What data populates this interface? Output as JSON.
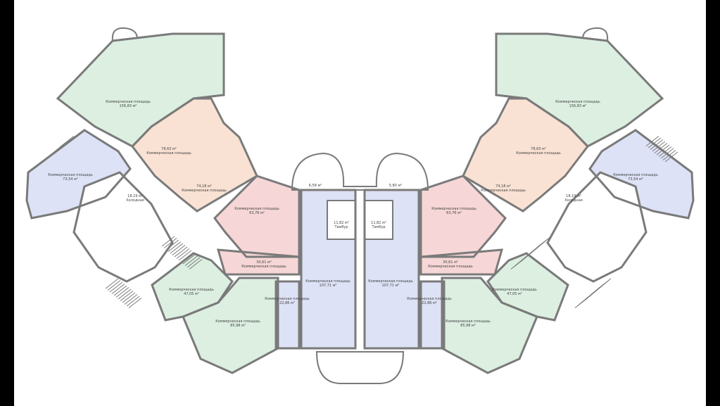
{
  "colors": {
    "green": "#dcefe1",
    "peach": "#f9e2d3",
    "pink": "#f6d6d6",
    "blue": "#dde2f6",
    "wall": "#7a7a7a",
    "background": "#ffffff"
  },
  "rooms": {
    "l_top": {
      "name": "Коммерческая площадь",
      "area": "156,83 м²"
    },
    "l_peach1": {
      "name": "Коммерческая площадь",
      "area": "78,63 м²"
    },
    "l_peach2": {
      "name": "Коммерческая площадь",
      "area": "74,18 м²"
    },
    "l_blue": {
      "name": "Коммерческая площадь",
      "area": "73,54 м²"
    },
    "l_pink": {
      "name": "Коммерческая площадь",
      "area": "63,76 м²"
    },
    "l_corr": {
      "name": "Коммерческая площадь",
      "area": "30,61 м²"
    },
    "l_green1": {
      "name": "Коммерческая площадь",
      "area": "47,05 м²"
    },
    "l_green2": {
      "name": "Коммерческая площадь",
      "area": "85,98 м²"
    },
    "l_store": {
      "name": "Коммерческая площадь",
      "area": "22,86 м²"
    },
    "l_hall": {
      "name": "Коммерческая площадь",
      "area": "107,71 м²"
    },
    "l_kv": {
      "name": "Холодная",
      "area": "18,19 м²"
    },
    "l_tambur": {
      "name": "Тамбур",
      "area": "11,82 м²"
    },
    "r_top": {
      "name": "Коммерческая площадь",
      "area": "156,83 м²"
    },
    "r_peach1": {
      "name": "Коммерческая площадь",
      "area": "78,63 м²"
    },
    "r_peach2": {
      "name": "Коммерческая площадь",
      "area": "74,18 м²"
    },
    "r_blue": {
      "name": "Коммерческая площадь",
      "area": "73,54 м²"
    },
    "r_pink": {
      "name": "Коммерческая площадь",
      "area": "63,76 м²"
    },
    "r_corr": {
      "name": "Коммерческая площадь",
      "area": "30,61 м²"
    },
    "r_green1": {
      "name": "Коммерческая площадь",
      "area": "47,05 м²"
    },
    "r_green2": {
      "name": "Коммерческая площадь",
      "area": "85,98 м²"
    },
    "r_store": {
      "name": "Коммерческая площадь",
      "area": "22,86 м²"
    },
    "r_hall": {
      "name": "Коммерческая площадь",
      "area": "107,71 м²"
    },
    "r_kv": {
      "name": "Холодная",
      "area": "18,19 м²"
    },
    "r_tambur": {
      "name": "Тамбур",
      "area": "11,82 м²"
    },
    "l_porch": {
      "area": "6,58 м²"
    },
    "r_porch": {
      "area": "5,80 м²"
    }
  }
}
